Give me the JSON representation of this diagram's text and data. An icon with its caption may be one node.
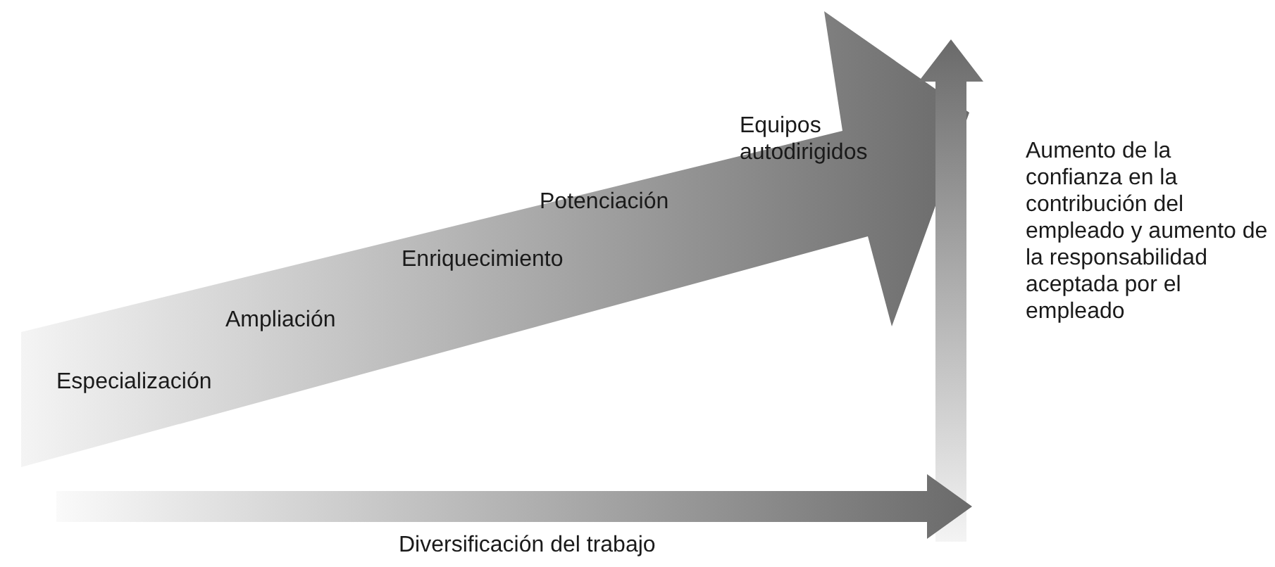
{
  "diagram": {
    "labels": [
      "Especialización",
      "Ampliación",
      "Enriquecimiento",
      "Potenciación",
      "Equipos autodirigidos",
      "Aumento de la confianza en la contribución del empleado y aumento de la responsabilidad aceptada por el empleado",
      "Diversificación del trabajo"
    ]
  }
}
